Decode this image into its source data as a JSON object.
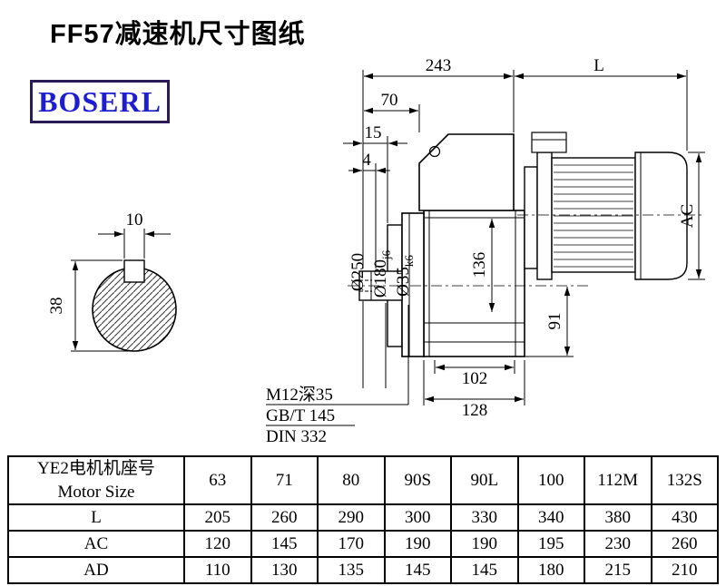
{
  "page": {
    "title": "FF57减速机尺寸图纸",
    "brand": "BOSERL"
  },
  "drawing": {
    "dims": {
      "d243": "243",
      "L": "L",
      "d70": "70",
      "d15": "15",
      "d4": "4",
      "d10": "10",
      "d38": "38",
      "dia250": "Ø250",
      "dia180": "Ø180",
      "dia180_tol": "j6",
      "dia35": "Ø35",
      "dia35_tol": "k6",
      "d136": "136",
      "dAC": "AC",
      "d91": "91",
      "d102": "102",
      "d128": "128"
    },
    "notes": {
      "n1": "M12深35",
      "n2": "GB/T 145",
      "n3": "DIN 332"
    }
  },
  "table": {
    "header": {
      "line1": "YE2电机机座号",
      "line2": "Motor Size"
    },
    "motor_sizes": [
      "63",
      "71",
      "80",
      "90S",
      "90L",
      "100",
      "112M",
      "132S"
    ],
    "rows": [
      {
        "label": "L",
        "values": [
          "205",
          "260",
          "290",
          "300",
          "330",
          "340",
          "380",
          "430"
        ]
      },
      {
        "label": "AC",
        "values": [
          "120",
          "145",
          "170",
          "190",
          "190",
          "195",
          "230",
          "260"
        ]
      },
      {
        "label": "AD",
        "values": [
          "110",
          "130",
          "135",
          "145",
          "145",
          "180",
          "215",
          "210"
        ]
      }
    ]
  }
}
